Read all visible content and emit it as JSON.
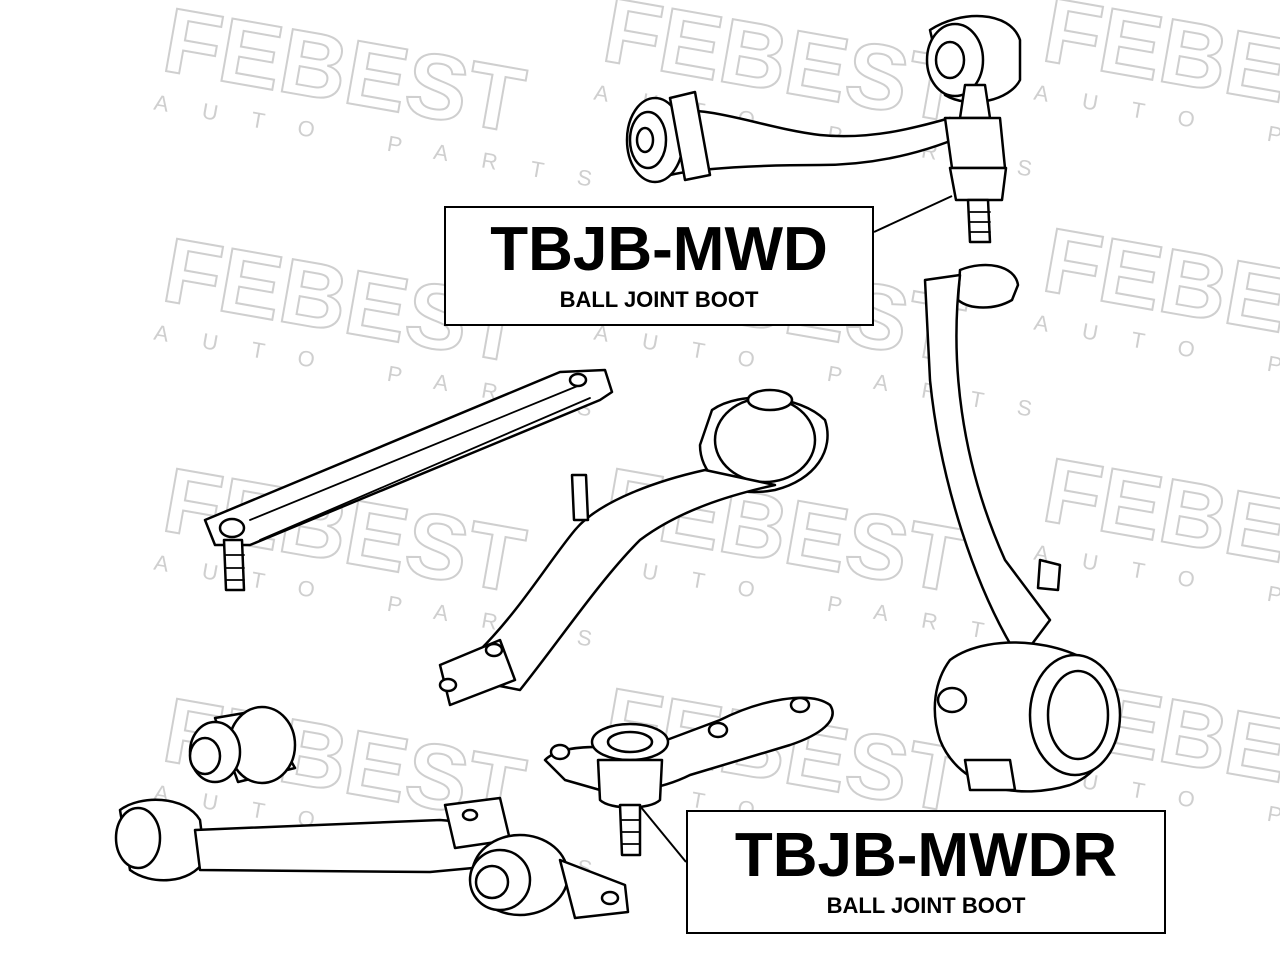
{
  "watermark": {
    "brand": "FEBEST",
    "tagline": "AUTO PARTS"
  },
  "labels": [
    {
      "part_number": "TBJB-MWD",
      "description": "BALL JOINT BOOT"
    },
    {
      "part_number": "TBJB-MWDR",
      "description": "BALL JOINT BOOT"
    }
  ]
}
